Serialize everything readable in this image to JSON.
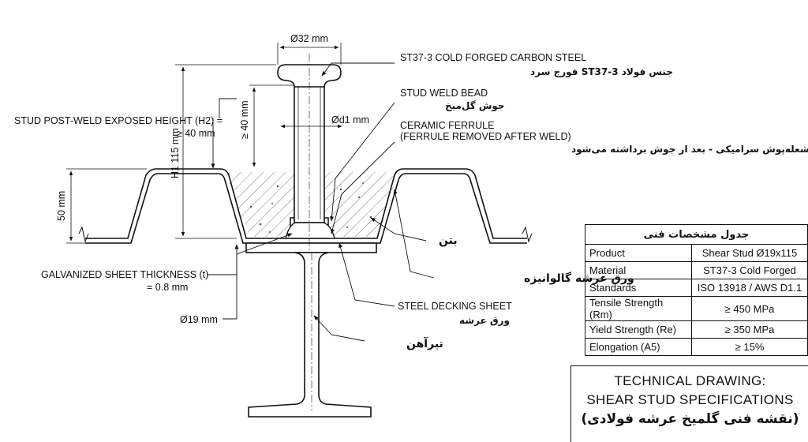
{
  "labels": {
    "dia_top": "Ø32 mm",
    "material_en": "ST37-3 COLD FORGED CARBON STEEL",
    "material_fa": "جنس فولاد ST37-3 فورج سرد",
    "weld_bead_en": "STUD WELD BEAD",
    "weld_bead_fa": "جوش گل‌میخ",
    "dia_d1": "Ød1 mm",
    "ferrule_en_1": "CERAMIC FERRULE",
    "ferrule_en_2": "(FERRULE REMOVED AFTER WELD)",
    "ferrule_fa": "شعله‌پوش سرامیکی - بعد از جوش برداشته می‌شود",
    "h2_1": "STUD POST-WELD EXPOSED HEIGHT (H2) =",
    "h2_2": "≥ 40 mm",
    "dim_40": "≥ 40 mm",
    "dim_h1": "H1 115 mm",
    "dim_50": "50 mm",
    "concrete_fa": "بتن",
    "galv_fa": "ورق عرشه گالوانیزه",
    "thickness_1": "GALVANIZED SHEET THICKNESS (t)",
    "thickness_2": "= 0.8 mm",
    "decking_en": "STEEL DECKING SHEET",
    "decking_fa": "ورق عرشه",
    "dia_19": "Ø19 mm",
    "beam_fa": "تیرآهن"
  },
  "spec_table": {
    "title": "جدول مشخصات فنی",
    "rows": [
      {
        "key": "Product",
        "value": "Shear Stud Ø19x115"
      },
      {
        "key": "Material",
        "value": "ST37-3 Cold Forged"
      },
      {
        "key": "Standards",
        "value": "ISO 13918 / AWS D1.1"
      },
      {
        "key": "Tensile Strength (Rm)",
        "value": "≥ 450 MPa"
      },
      {
        "key": "Yield Strength (Re)",
        "value": "≥ 350 MPa"
      },
      {
        "key": "Elongation (A5)",
        "value": "≥ 15%"
      }
    ]
  },
  "title_block": {
    "line1": "TECHNICAL DRAWING:",
    "line2": "SHEAR STUD SPECIFICATIONS",
    "line3": "(نقشه فنی گلمیخ عرشه فولادی)"
  }
}
